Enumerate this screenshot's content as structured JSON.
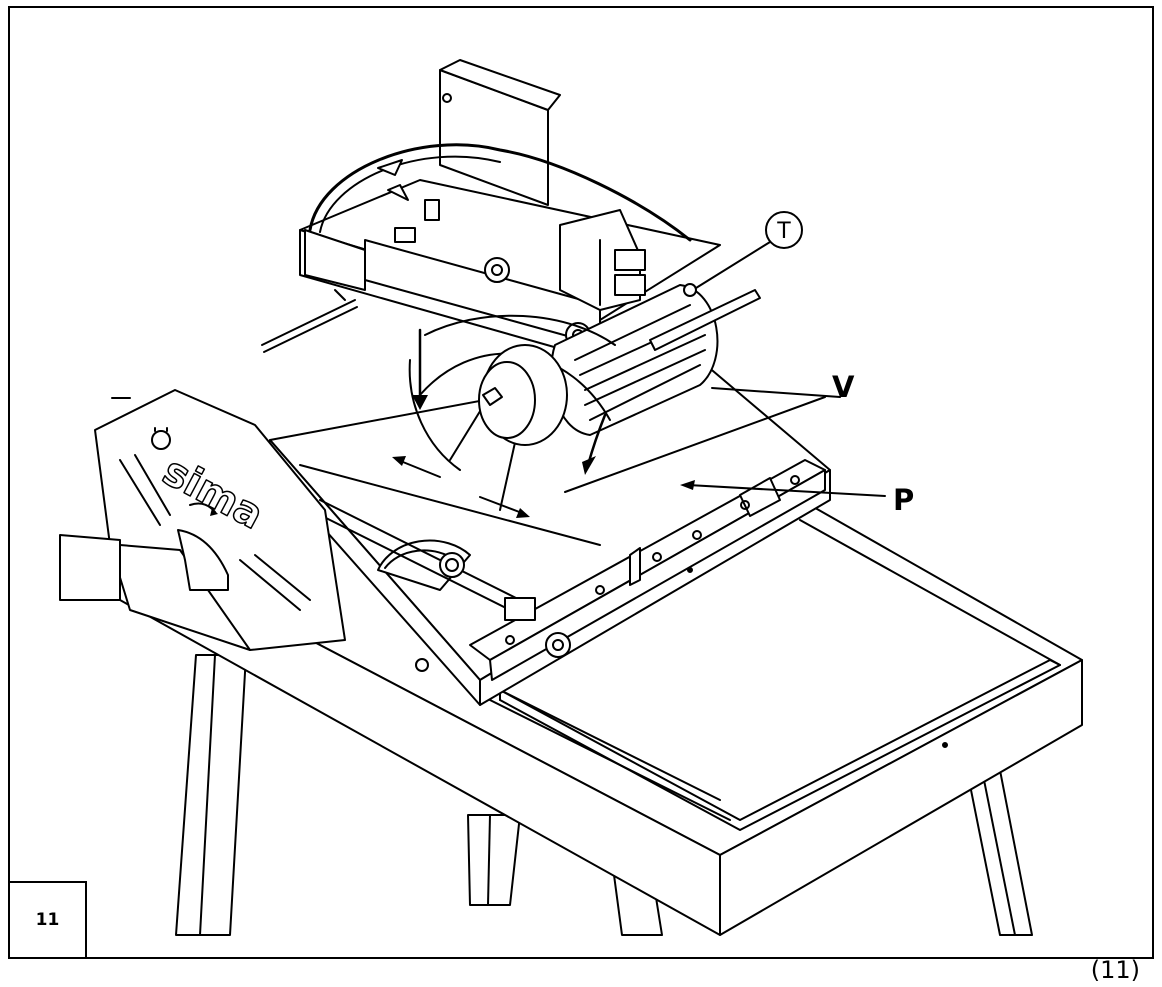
{
  "figure": {
    "number_box": "11",
    "caption": "(11)"
  },
  "machine": {
    "brand": "sima"
  },
  "callouts": {
    "T": "T",
    "V": "V",
    "P": "P"
  },
  "colors": {
    "line": "#000000",
    "background": "#ffffff"
  }
}
